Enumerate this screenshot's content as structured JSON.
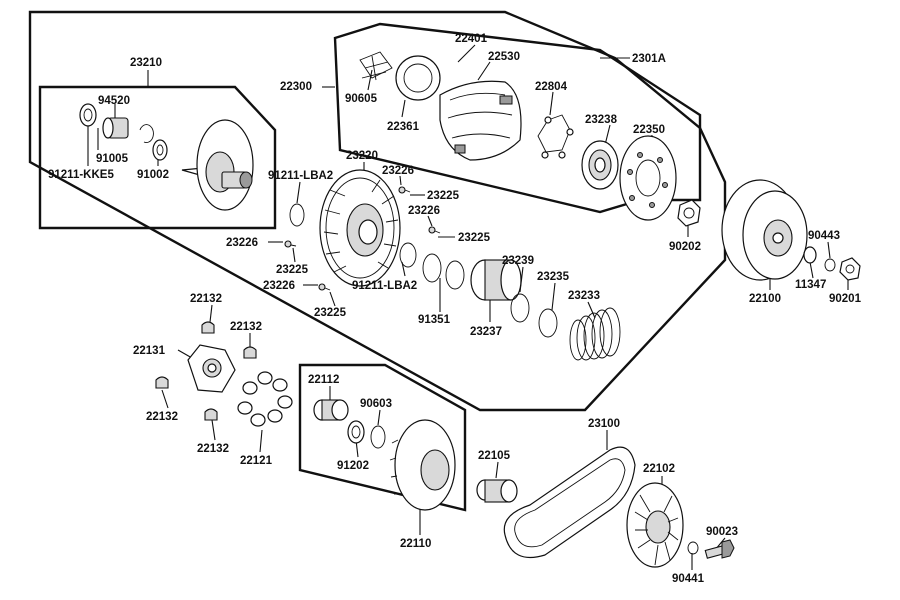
{
  "labels": {
    "p23210": "23210",
    "p94520": "94520",
    "p91005": "91005",
    "p91211kke5": "91211-KKE5",
    "p91002": "91002",
    "p22300": "22300",
    "p22401": "22401",
    "p22530": "22530",
    "p2301a": "2301A",
    "p90605": "90605",
    "p22361": "22361",
    "p22804": "22804",
    "p23238": "23238",
    "p22350": "22350",
    "p90202": "90202",
    "p91211lba2a": "91211-LBA2",
    "p23220": "23220",
    "p23226a": "23226",
    "p23225a": "23225",
    "p23226b": "23226",
    "p23225b": "23225",
    "p23226c": "23226",
    "p23225c": "23225",
    "p23226d": "23226",
    "p23225d": "23225",
    "p91211lba2b": "91211-LBA2",
    "p91351": "91351",
    "p23239": "23239",
    "p23235": "23235",
    "p23237": "23237",
    "p23233": "23233",
    "p22100": "22100",
    "p90443": "90443",
    "p11347": "11347",
    "p90201": "90201",
    "p22132a": "22132",
    "p22132b": "22132",
    "p22131": "22131",
    "p22132c": "22132",
    "p22132d": "22132",
    "p22121": "22121",
    "p22112": "22112",
    "p90603": "90603",
    "p91202": "91202",
    "p22110": "22110",
    "p22105": "22105",
    "p23100": "23100",
    "p22102": "22102",
    "p90023": "90023",
    "p90441": "90441"
  }
}
